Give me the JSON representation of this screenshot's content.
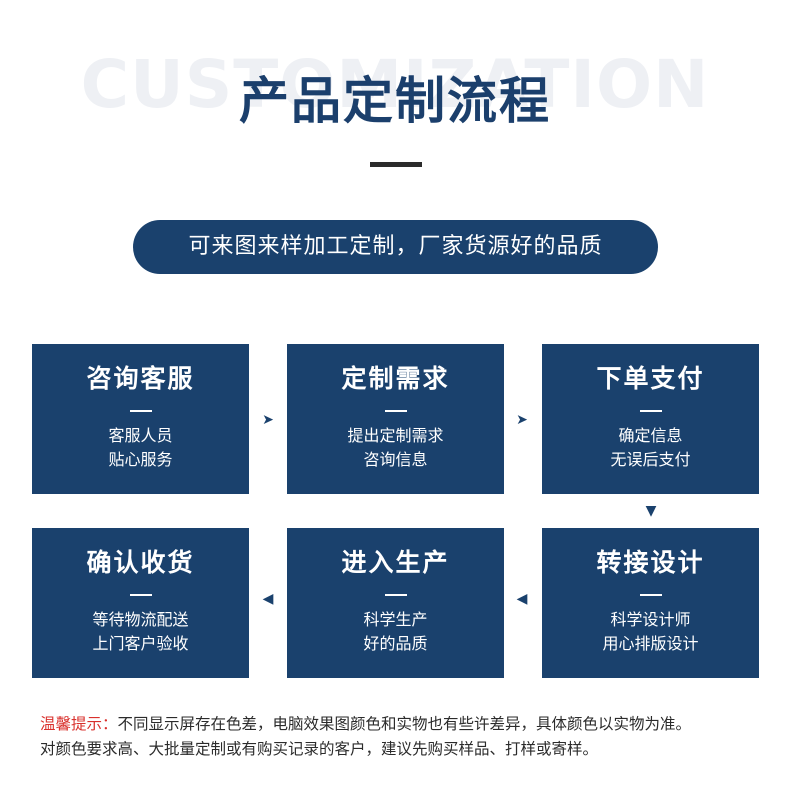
{
  "header": {
    "watermark": "CUSTOMIZATION",
    "title": "产品定制流程",
    "subtitle": "可来图来样加工定制，厂家货源好的品质"
  },
  "steps": [
    {
      "title": "咨询客服",
      "line1": "客服人员",
      "line2": "贴心服务"
    },
    {
      "title": "定制需求",
      "line1": "提出定制需求",
      "line2": "咨询信息"
    },
    {
      "title": "下单支付",
      "line1": "确定信息",
      "line2": "无误后支付"
    },
    {
      "title": "转接设计",
      "line1": "科学设计师",
      "line2": "用心排版设计"
    },
    {
      "title": "进入生产",
      "line1": "科学生产",
      "line2": "好的品质"
    },
    {
      "title": "确认收货",
      "line1": "等待物流配送",
      "line2": "上门客户验收"
    }
  ],
  "arrows": {
    "right": "➤",
    "left": "◀",
    "down": "▼"
  },
  "footer": {
    "label": "温馨提示：",
    "line1": "不同显示屏存在色差，电脑效果图颜色和实物也有些许差异，具体颜色以实物为准。",
    "line2": "对颜色要求高、大批量定制或有购买记录的客户，建议先购买样品、打样或寄样。"
  },
  "colors": {
    "primary": "#1a416d",
    "title": "#1b3f6c",
    "notice_label": "#d9302c"
  }
}
